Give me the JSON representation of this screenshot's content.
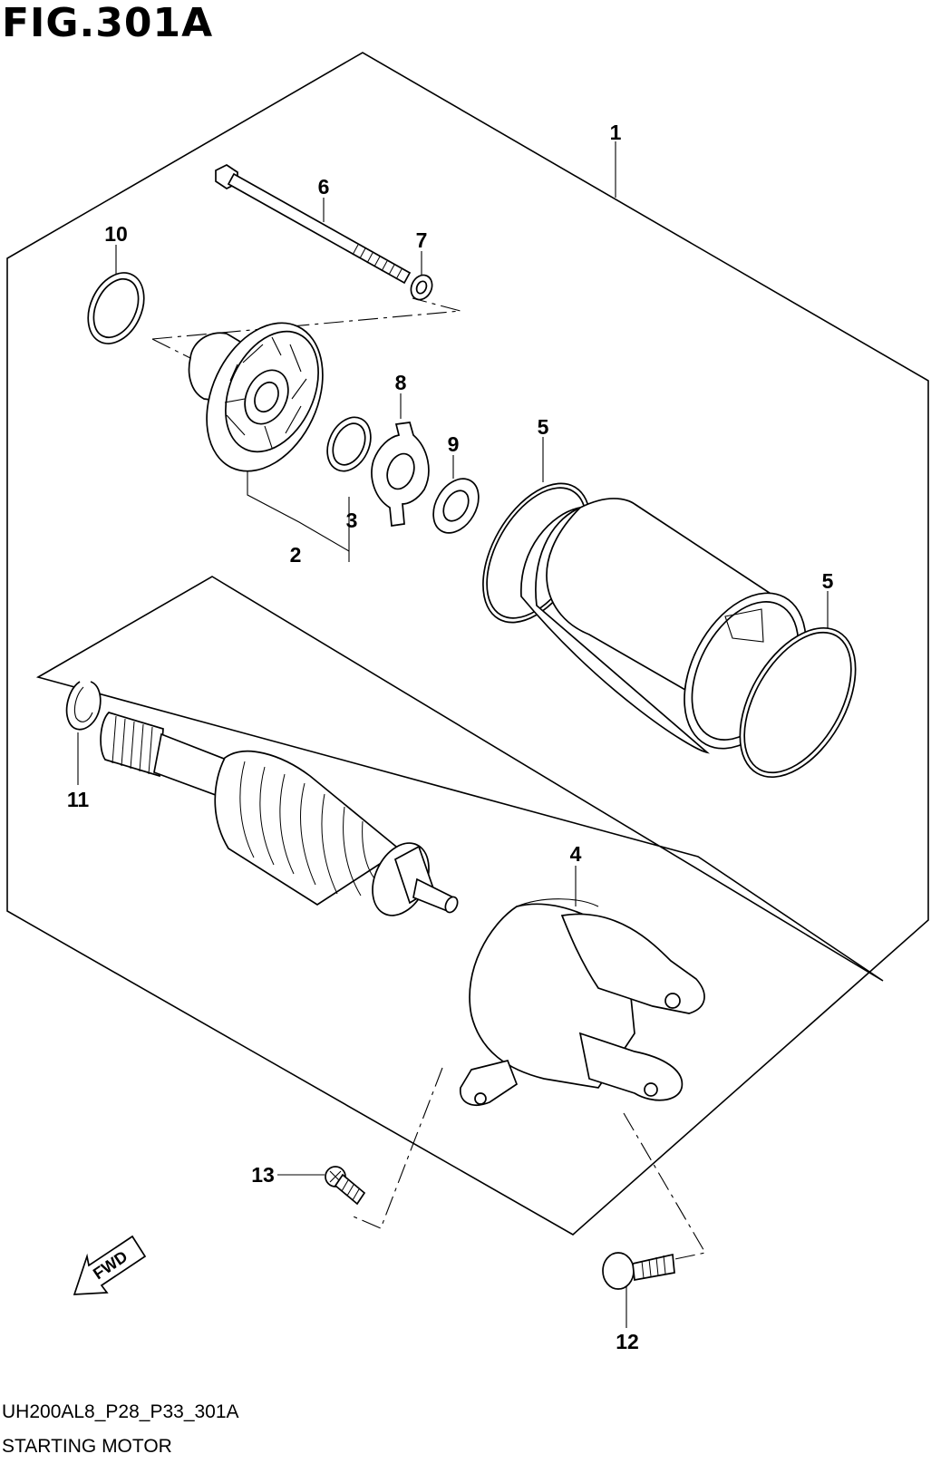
{
  "figure": {
    "title": "FIG.301A",
    "code": "UH200AL8_P28_P33_301A",
    "name": "STARTING MOTOR"
  },
  "callouts": [
    "1",
    "2",
    "3",
    "4",
    "5",
    "5",
    "6",
    "7",
    "8",
    "9",
    "10",
    "11",
    "12",
    "13"
  ],
  "fwd_label": "FWD"
}
